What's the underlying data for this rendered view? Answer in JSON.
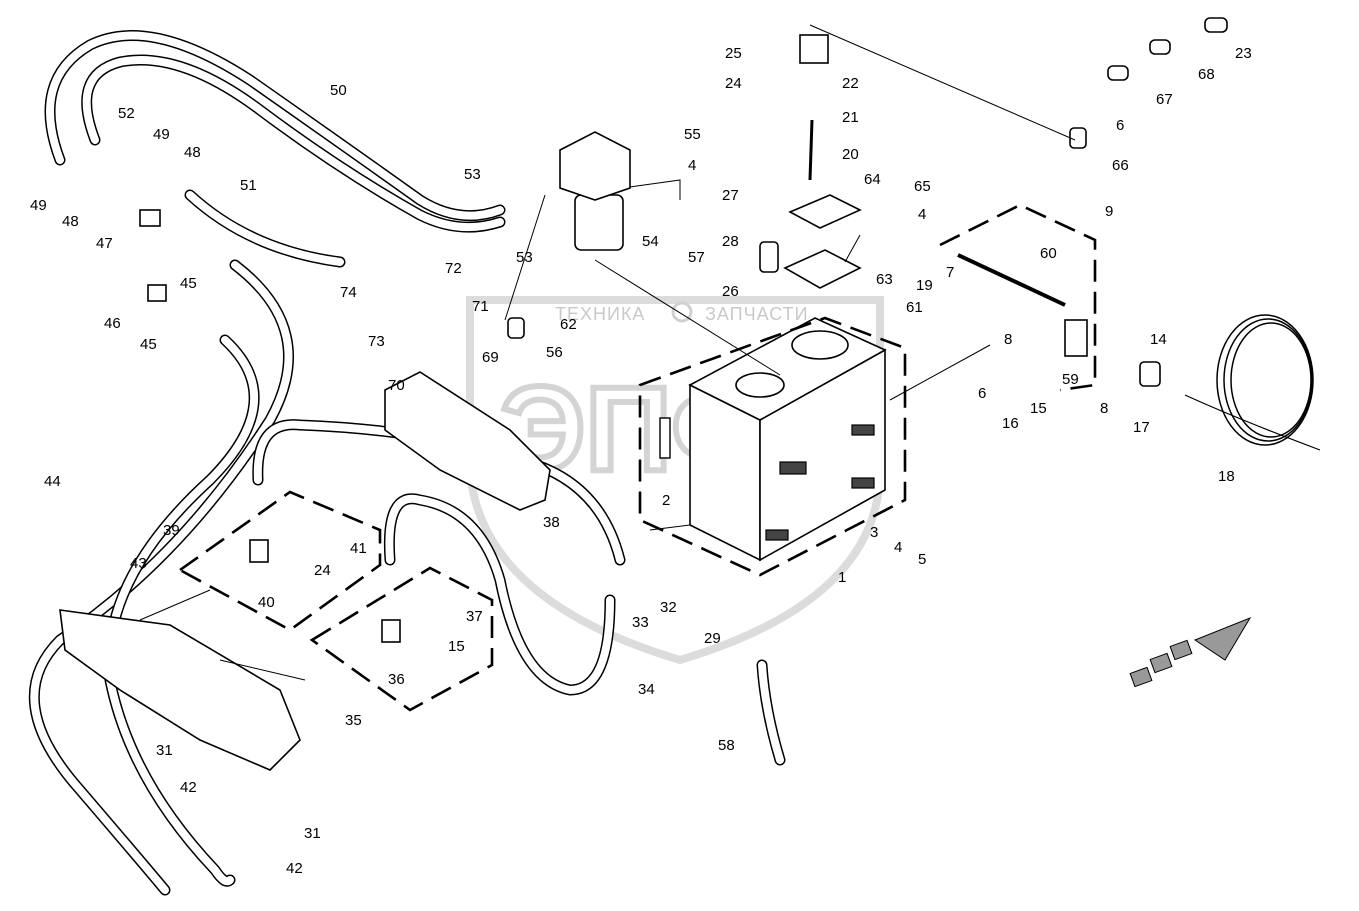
{
  "watermark": {
    "left_text": "ТЕХНИКА",
    "right_text": "ЗАПЧАСТИ",
    "logo_text": "ЭПФ"
  },
  "callouts": [
    {
      "id": "c1",
      "label": "1"
    },
    {
      "id": "c2",
      "label": "2"
    },
    {
      "id": "c3",
      "label": "3"
    },
    {
      "id": "c4a",
      "label": "4"
    },
    {
      "id": "c4b",
      "label": "4"
    },
    {
      "id": "c4c",
      "label": "4"
    },
    {
      "id": "c5",
      "label": "5"
    },
    {
      "id": "c6a",
      "label": "6"
    },
    {
      "id": "c6b",
      "label": "6"
    },
    {
      "id": "c7",
      "label": "7"
    },
    {
      "id": "c8a",
      "label": "8"
    },
    {
      "id": "c8b",
      "label": "8"
    },
    {
      "id": "c9",
      "label": "9"
    },
    {
      "id": "c14",
      "label": "14"
    },
    {
      "id": "c15a",
      "label": "15"
    },
    {
      "id": "c15b",
      "label": "15"
    },
    {
      "id": "c16",
      "label": "16"
    },
    {
      "id": "c17",
      "label": "17"
    },
    {
      "id": "c18",
      "label": "18"
    },
    {
      "id": "c19",
      "label": "19"
    },
    {
      "id": "c20",
      "label": "20"
    },
    {
      "id": "c21",
      "label": "21"
    },
    {
      "id": "c22",
      "label": "22"
    },
    {
      "id": "c23",
      "label": "23"
    },
    {
      "id": "c24a",
      "label": "24"
    },
    {
      "id": "c24b",
      "label": "24"
    },
    {
      "id": "c25",
      "label": "25"
    },
    {
      "id": "c26",
      "label": "26"
    },
    {
      "id": "c27",
      "label": "27"
    },
    {
      "id": "c28",
      "label": "28"
    },
    {
      "id": "c29",
      "label": "29"
    },
    {
      "id": "c31a",
      "label": "31"
    },
    {
      "id": "c31b",
      "label": "31"
    },
    {
      "id": "c32",
      "label": "32"
    },
    {
      "id": "c33",
      "label": "33"
    },
    {
      "id": "c34",
      "label": "34"
    },
    {
      "id": "c35",
      "label": "35"
    },
    {
      "id": "c36",
      "label": "36"
    },
    {
      "id": "c37",
      "label": "37"
    },
    {
      "id": "c38",
      "label": "38"
    },
    {
      "id": "c39",
      "label": "39"
    },
    {
      "id": "c40",
      "label": "40"
    },
    {
      "id": "c41",
      "label": "41"
    },
    {
      "id": "c42a",
      "label": "42"
    },
    {
      "id": "c42b",
      "label": "42"
    },
    {
      "id": "c43",
      "label": "43"
    },
    {
      "id": "c44",
      "label": "44"
    },
    {
      "id": "c45a",
      "label": "45"
    },
    {
      "id": "c45b",
      "label": "45"
    },
    {
      "id": "c46",
      "label": "46"
    },
    {
      "id": "c47",
      "label": "47"
    },
    {
      "id": "c48a",
      "label": "48"
    },
    {
      "id": "c48b",
      "label": "48"
    },
    {
      "id": "c49a",
      "label": "49"
    },
    {
      "id": "c49b",
      "label": "49"
    },
    {
      "id": "c50",
      "label": "50"
    },
    {
      "id": "c51",
      "label": "51"
    },
    {
      "id": "c52",
      "label": "52"
    },
    {
      "id": "c53a",
      "label": "53"
    },
    {
      "id": "c53b",
      "label": "53"
    },
    {
      "id": "c54",
      "label": "54"
    },
    {
      "id": "c55",
      "label": "55"
    },
    {
      "id": "c56",
      "label": "56"
    },
    {
      "id": "c57",
      "label": "57"
    },
    {
      "id": "c58",
      "label": "58"
    },
    {
      "id": "c59",
      "label": "59"
    },
    {
      "id": "c60",
      "label": "60"
    },
    {
      "id": "c61",
      "label": "61"
    },
    {
      "id": "c62",
      "label": "62"
    },
    {
      "id": "c63",
      "label": "63"
    },
    {
      "id": "c64",
      "label": "64"
    },
    {
      "id": "c65",
      "label": "65"
    },
    {
      "id": "c66",
      "label": "66"
    },
    {
      "id": "c67",
      "label": "67"
    },
    {
      "id": "c68",
      "label": "68"
    },
    {
      "id": "c69",
      "label": "69"
    },
    {
      "id": "c70",
      "label": "70"
    },
    {
      "id": "c71",
      "label": "71"
    },
    {
      "id": "c72",
      "label": "72"
    },
    {
      "id": "c73",
      "label": "73"
    },
    {
      "id": "c74",
      "label": "74"
    }
  ]
}
